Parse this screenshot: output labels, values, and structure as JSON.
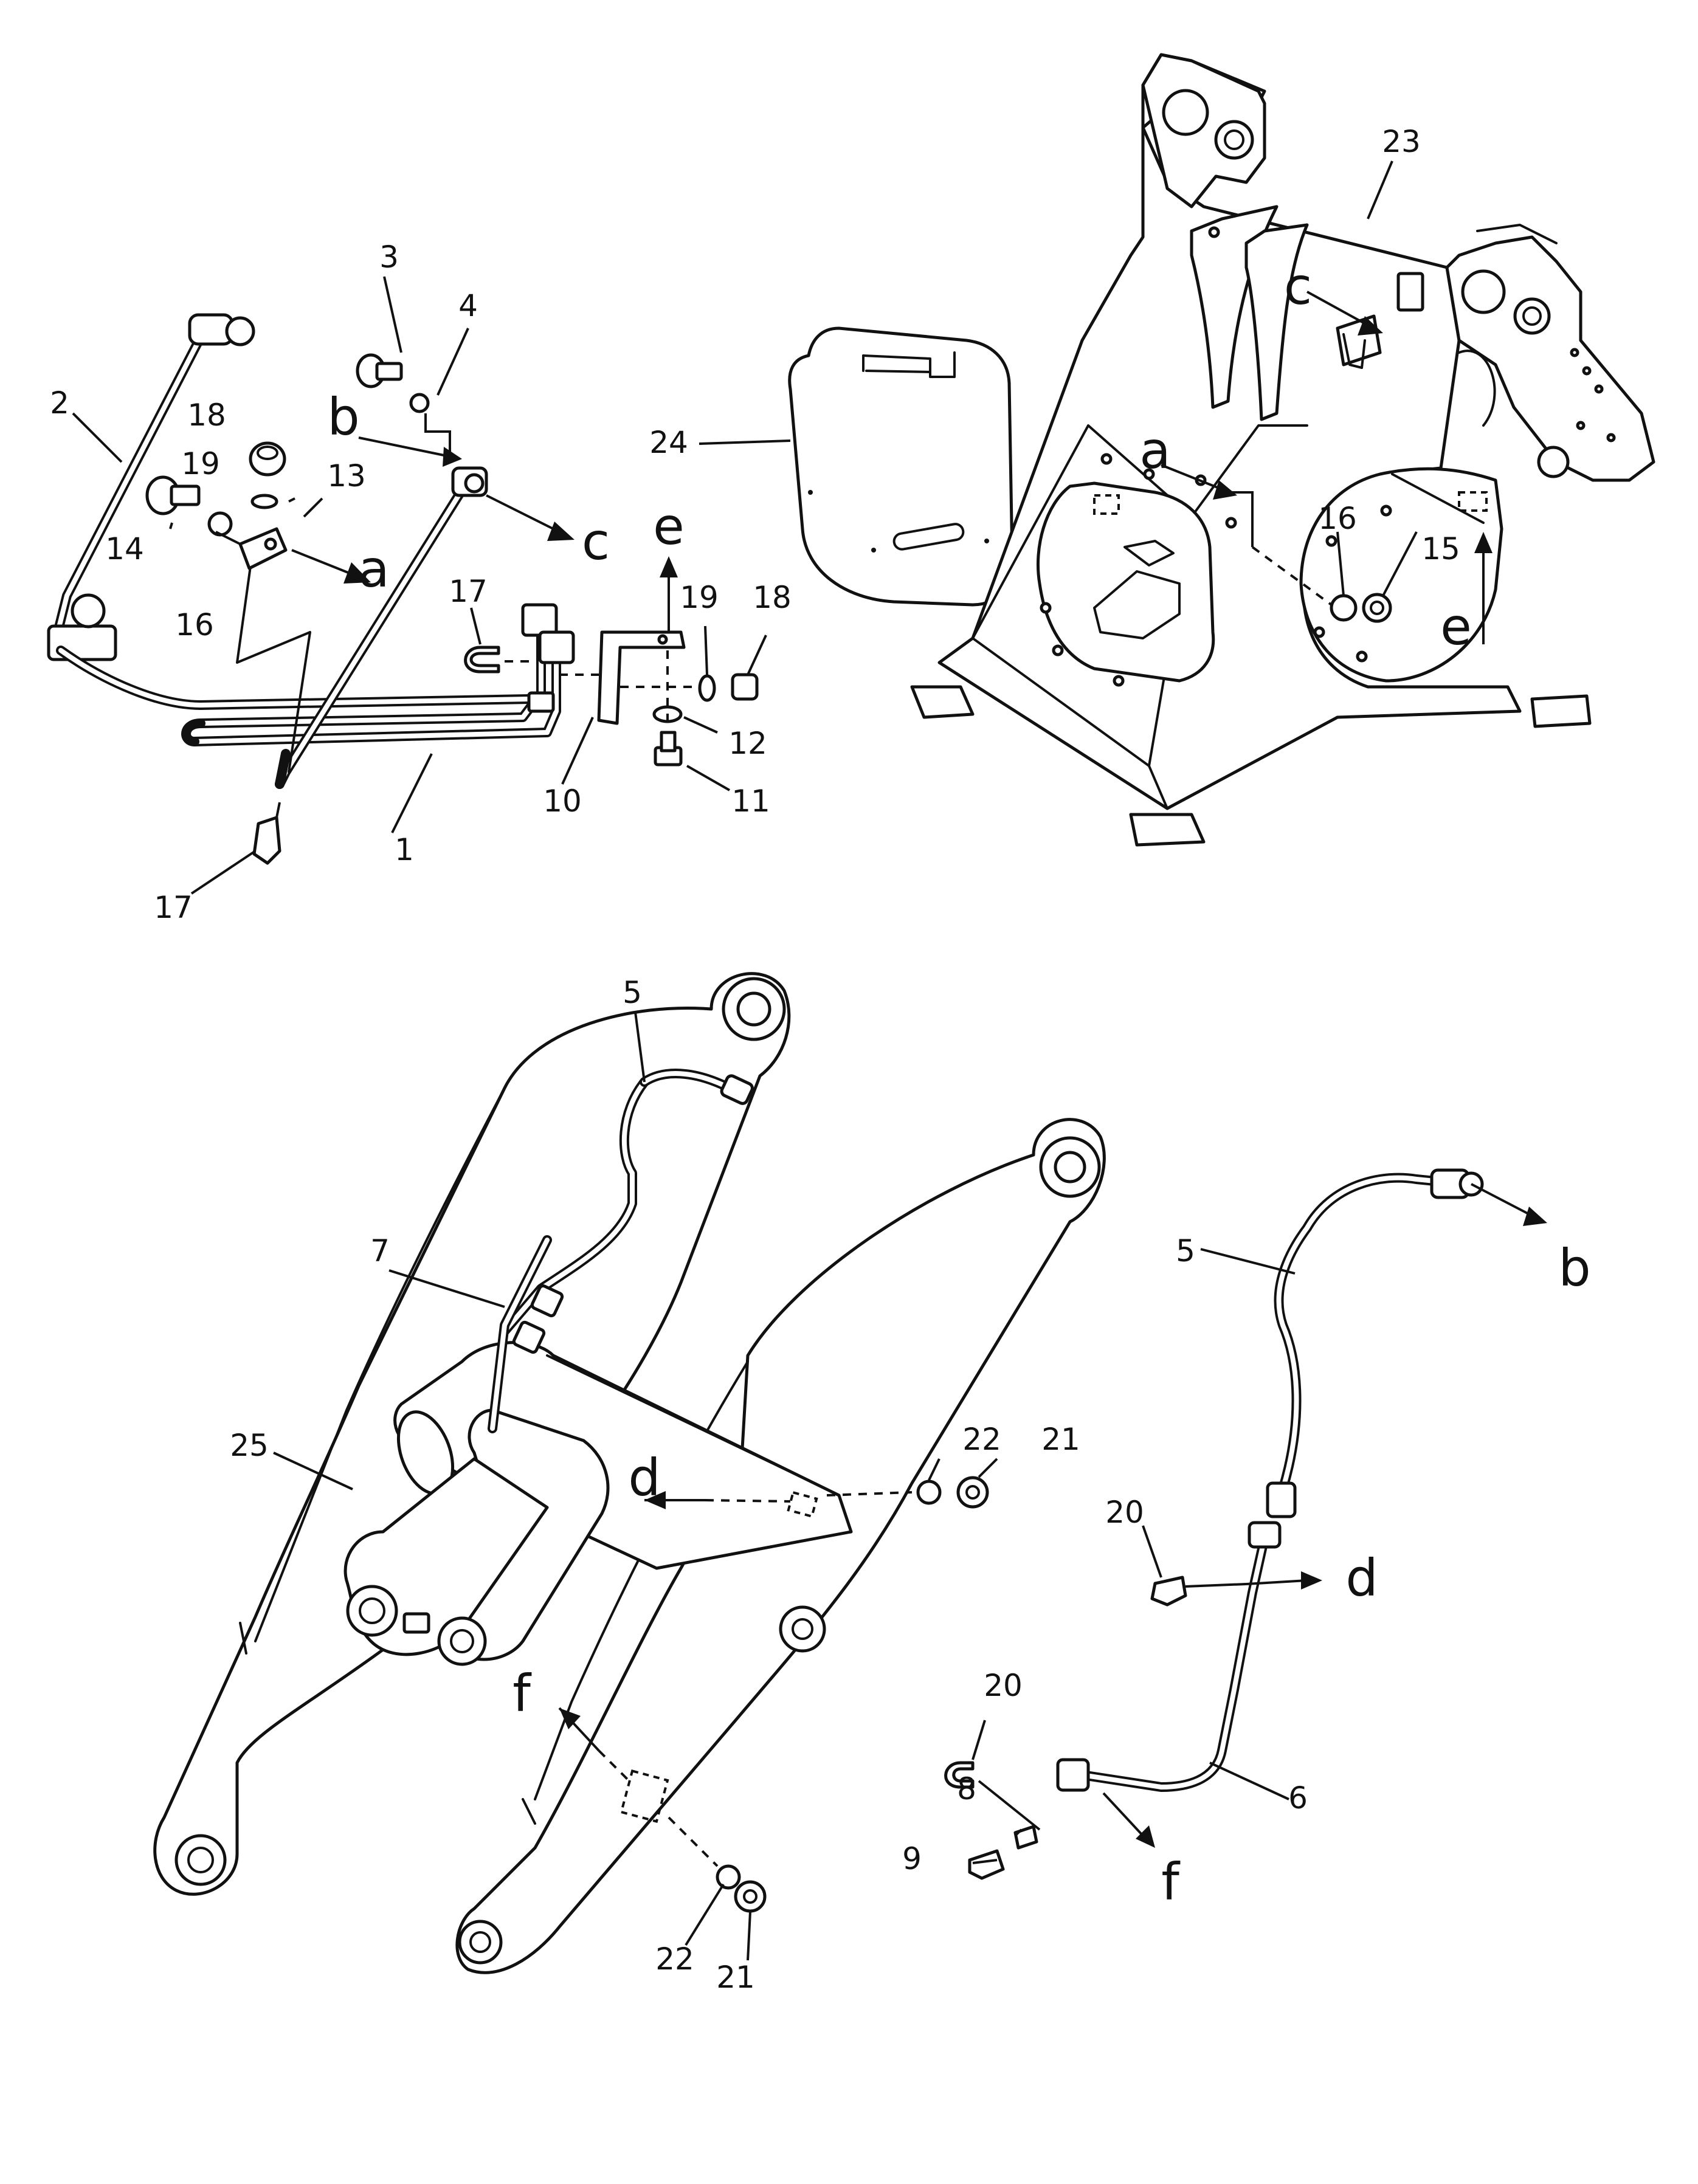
{
  "diagram": {
    "part_numbers": [
      "1",
      "2",
      "3",
      "4",
      "5",
      "6",
      "7",
      "8",
      "9",
      "10",
      "11",
      "12",
      "13",
      "14",
      "15",
      "16",
      "17",
      "18",
      "19",
      "20",
      "21",
      "22",
      "23",
      "24",
      "25"
    ],
    "callouts": [
      {
        "id": "c-1",
        "text": "1"
      },
      {
        "id": "c-2",
        "text": "2"
      },
      {
        "id": "c-3",
        "text": "3"
      },
      {
        "id": "c-4",
        "text": "4"
      },
      {
        "id": "c-5a",
        "text": "5"
      },
      {
        "id": "c-5b",
        "text": "5"
      },
      {
        "id": "c-6",
        "text": "6"
      },
      {
        "id": "c-7",
        "text": "7"
      },
      {
        "id": "c-8",
        "text": "8"
      },
      {
        "id": "c-9",
        "text": "9"
      },
      {
        "id": "c-10",
        "text": "10"
      },
      {
        "id": "c-11",
        "text": "11"
      },
      {
        "id": "c-12",
        "text": "12"
      },
      {
        "id": "c-13",
        "text": "13"
      },
      {
        "id": "c-14",
        "text": "14"
      },
      {
        "id": "c-15",
        "text": "15"
      },
      {
        "id": "c-16a",
        "text": "16"
      },
      {
        "id": "c-16b",
        "text": "16"
      },
      {
        "id": "c-17a",
        "text": "17"
      },
      {
        "id": "c-17b",
        "text": "17"
      },
      {
        "id": "c-18a",
        "text": "18"
      },
      {
        "id": "c-18b",
        "text": "18"
      },
      {
        "id": "c-19a",
        "text": "19"
      },
      {
        "id": "c-19b",
        "text": "19"
      },
      {
        "id": "c-20a",
        "text": "20"
      },
      {
        "id": "c-20b",
        "text": "20"
      },
      {
        "id": "c-21a",
        "text": "21"
      },
      {
        "id": "c-21b",
        "text": "21"
      },
      {
        "id": "c-22a",
        "text": "22"
      },
      {
        "id": "c-22b",
        "text": "22"
      },
      {
        "id": "c-23",
        "text": "23"
      },
      {
        "id": "c-24",
        "text": "24"
      },
      {
        "id": "c-25",
        "text": "25"
      }
    ],
    "reference_letters": [
      {
        "id": "r-a1",
        "text": "a"
      },
      {
        "id": "r-a2",
        "text": "a"
      },
      {
        "id": "r-b1",
        "text": "b"
      },
      {
        "id": "r-b2",
        "text": "b"
      },
      {
        "id": "r-c1",
        "text": "c"
      },
      {
        "id": "r-c2",
        "text": "c"
      },
      {
        "id": "r-d1",
        "text": "d"
      },
      {
        "id": "r-d2",
        "text": "d"
      },
      {
        "id": "r-e1",
        "text": "e"
      },
      {
        "id": "r-e2",
        "text": "e"
      },
      {
        "id": "r-f1",
        "text": "f"
      },
      {
        "id": "r-f2",
        "text": "f"
      }
    ],
    "line_color": "#111111",
    "background": "#ffffff"
  }
}
